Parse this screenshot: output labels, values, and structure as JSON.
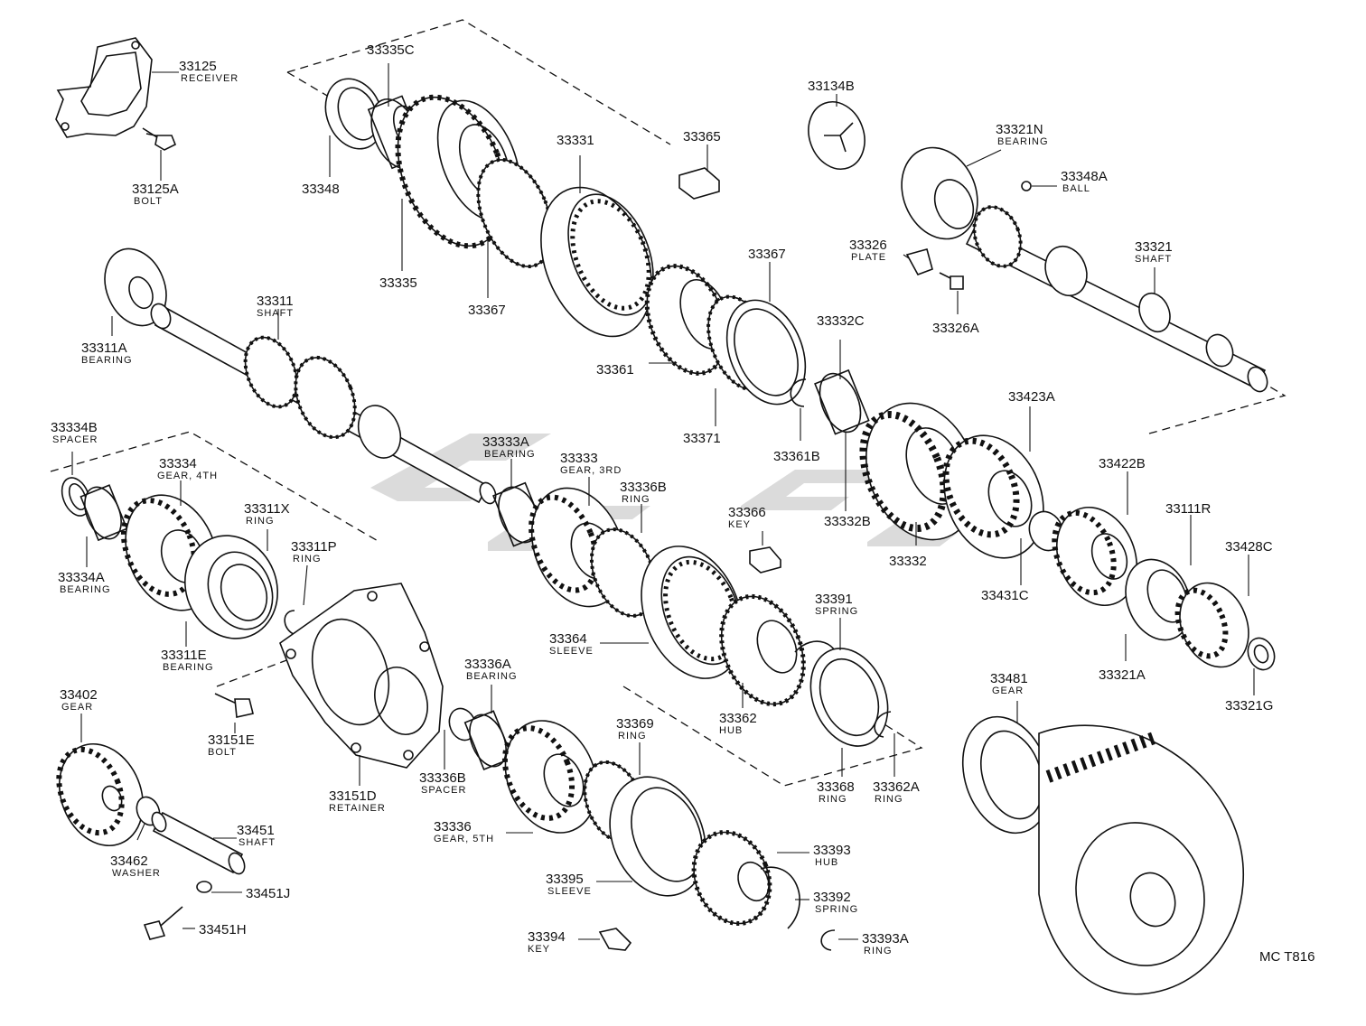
{
  "figure_code": "MC T816",
  "parts": [
    {
      "id": "33125",
      "number": "33125",
      "desc": "RECEIVER"
    },
    {
      "id": "33125A",
      "number": "33125A",
      "desc": "BOLT"
    },
    {
      "id": "33335C",
      "number": "33335C",
      "desc": ""
    },
    {
      "id": "33348",
      "number": "33348",
      "desc": ""
    },
    {
      "id": "33335",
      "number": "33335",
      "desc": ""
    },
    {
      "id": "33331",
      "number": "33331",
      "desc": ""
    },
    {
      "id": "33367a",
      "number": "33367",
      "desc": ""
    },
    {
      "id": "33365",
      "number": "33365",
      "desc": ""
    },
    {
      "id": "33367b",
      "number": "33367",
      "desc": ""
    },
    {
      "id": "33361",
      "number": "33361",
      "desc": ""
    },
    {
      "id": "33371",
      "number": "33371",
      "desc": ""
    },
    {
      "id": "33134B",
      "number": "33134B",
      "desc": ""
    },
    {
      "id": "33321N",
      "number": "33321N",
      "desc": "BEARING"
    },
    {
      "id": "33348A",
      "number": "33348A",
      "desc": "BALL"
    },
    {
      "id": "33326",
      "number": "33326",
      "desc": "PLATE"
    },
    {
      "id": "33326A",
      "number": "33326A",
      "desc": ""
    },
    {
      "id": "33321",
      "number": "33321",
      "desc": "SHAFT"
    },
    {
      "id": "33332C",
      "number": "33332C",
      "desc": ""
    },
    {
      "id": "33361B",
      "number": "33361B",
      "desc": ""
    },
    {
      "id": "33332B",
      "number": "33332B",
      "desc": ""
    },
    {
      "id": "33332",
      "number": "33332",
      "desc": ""
    },
    {
      "id": "33423A",
      "number": "33423A",
      "desc": ""
    },
    {
      "id": "33422B",
      "number": "33422B",
      "desc": ""
    },
    {
      "id": "33111R",
      "number": "33111R",
      "desc": ""
    },
    {
      "id": "33428C",
      "number": "33428C",
      "desc": ""
    },
    {
      "id": "33431C",
      "number": "33431C",
      "desc": ""
    },
    {
      "id": "33321A",
      "number": "33321A",
      "desc": ""
    },
    {
      "id": "33321G",
      "number": "33321G",
      "desc": ""
    },
    {
      "id": "33311",
      "number": "33311",
      "desc": "SHAFT"
    },
    {
      "id": "33311A",
      "number": "33311A",
      "desc": "BEARING"
    },
    {
      "id": "33334B",
      "number": "33334B",
      "desc": "SPACER"
    },
    {
      "id": "33334",
      "number": "33334",
      "desc": "GEAR, 4TH"
    },
    {
      "id": "33311X",
      "number": "33311X",
      "desc": "RING"
    },
    {
      "id": "33311P",
      "number": "33311P",
      "desc": "RING"
    },
    {
      "id": "33334A",
      "number": "33334A",
      "desc": "BEARING"
    },
    {
      "id": "33311E",
      "number": "33311E",
      "desc": "BEARING"
    },
    {
      "id": "33333A",
      "number": "33333A",
      "desc": "BEARING"
    },
    {
      "id": "33333",
      "number": "33333",
      "desc": "GEAR, 3RD"
    },
    {
      "id": "33336B_ring",
      "number": "33336B",
      "desc": "RING"
    },
    {
      "id": "33366",
      "number": "33366",
      "desc": "KEY"
    },
    {
      "id": "33391",
      "number": "33391",
      "desc": "SPRING"
    },
    {
      "id": "33364",
      "number": "33364",
      "desc": "SLEEVE"
    },
    {
      "id": "33362",
      "number": "33362",
      "desc": "HUB"
    },
    {
      "id": "33368",
      "number": "33368",
      "desc": "RING"
    },
    {
      "id": "33362A",
      "number": "33362A",
      "desc": "RING"
    },
    {
      "id": "33481",
      "number": "33481",
      "desc": "GEAR"
    },
    {
      "id": "33402",
      "number": "33402",
      "desc": "GEAR"
    },
    {
      "id": "33151E",
      "number": "33151E",
      "desc": "BOLT"
    },
    {
      "id": "33151D",
      "number": "33151D",
      "desc": "RETAINER"
    },
    {
      "id": "33336A",
      "number": "33336A",
      "desc": "BEARING"
    },
    {
      "id": "33336B_spacer",
      "number": "33336B",
      "desc": "SPACER"
    },
    {
      "id": "33369",
      "number": "33369",
      "desc": "RING"
    },
    {
      "id": "33336",
      "number": "33336",
      "desc": "GEAR, 5TH"
    },
    {
      "id": "33395",
      "number": "33395",
      "desc": "SLEEVE"
    },
    {
      "id": "33393",
      "number": "33393",
      "desc": "HUB"
    },
    {
      "id": "33392",
      "number": "33392",
      "desc": "SPRING"
    },
    {
      "id": "33394",
      "number": "33394",
      "desc": "KEY"
    },
    {
      "id": "33393A",
      "number": "33393A",
      "desc": "RING"
    },
    {
      "id": "33462",
      "number": "33462",
      "desc": "WASHER"
    },
    {
      "id": "33451",
      "number": "33451",
      "desc": "SHAFT"
    },
    {
      "id": "33451J",
      "number": "33451J",
      "desc": ""
    },
    {
      "id": "33451H",
      "number": "33451H",
      "desc": ""
    }
  ]
}
